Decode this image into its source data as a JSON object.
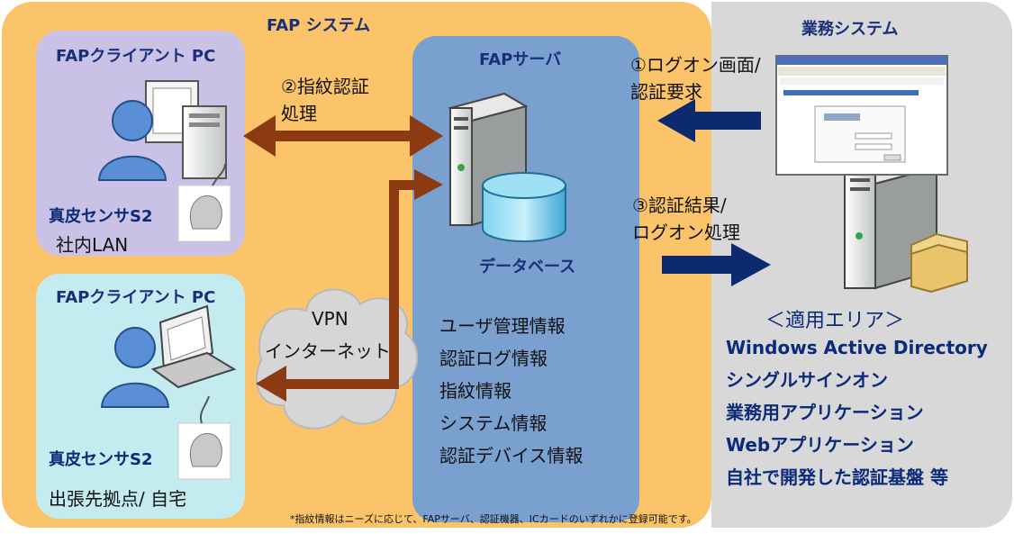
{
  "fap_system": {
    "title": "FAP システム"
  },
  "business_system": {
    "title": "業務システム",
    "area_title": "＜適用エリア＞",
    "areas": [
      "Windows Active Directory",
      "シングルサインオン",
      "業務用アプリケーション",
      "Webアプリケーション",
      "自社で開発した認証基盤 等"
    ]
  },
  "client_lan": {
    "title": "FAPクライアント PC",
    "sensor": "真皮センサS2",
    "location": "社内LAN"
  },
  "client_remote": {
    "title": "FAPクライアント PC",
    "sensor": "真皮センサS2",
    "location": "出張先拠点/ 自宅"
  },
  "server": {
    "title": "FAPサーバ",
    "database": "データベース",
    "info_items": [
      "ユーザ管理情報",
      "認証ログ情報",
      "指紋情報",
      "システム情報",
      "認証デバイス情報"
    ]
  },
  "steps": {
    "step1_line1": "①ログオン画面/",
    "step1_line2": "認証要求",
    "step2_line1": "②指紋認証",
    "step2_line2": "処理",
    "step3_line1": "③認証結果/",
    "step3_line2": "ログオン処理"
  },
  "network": {
    "line1": "VPN",
    "line2": "インターネット"
  },
  "footnote": "*指紋情報はニーズに応じて、FAPサーバ、認証機器、ICカードのいずれかに登録可能です。",
  "colors": {
    "fap_bg": "#fbc46a",
    "business_bg": "#d8d8d8",
    "client_lan_bg": "#c9c2e6",
    "client_remote_bg": "#c4ebf0",
    "server_bg": "#7aa0cf",
    "arrow_brown": "#8b3a12",
    "arrow_navy": "#0d2a6e",
    "text_navy": "#0b2a7a"
  }
}
